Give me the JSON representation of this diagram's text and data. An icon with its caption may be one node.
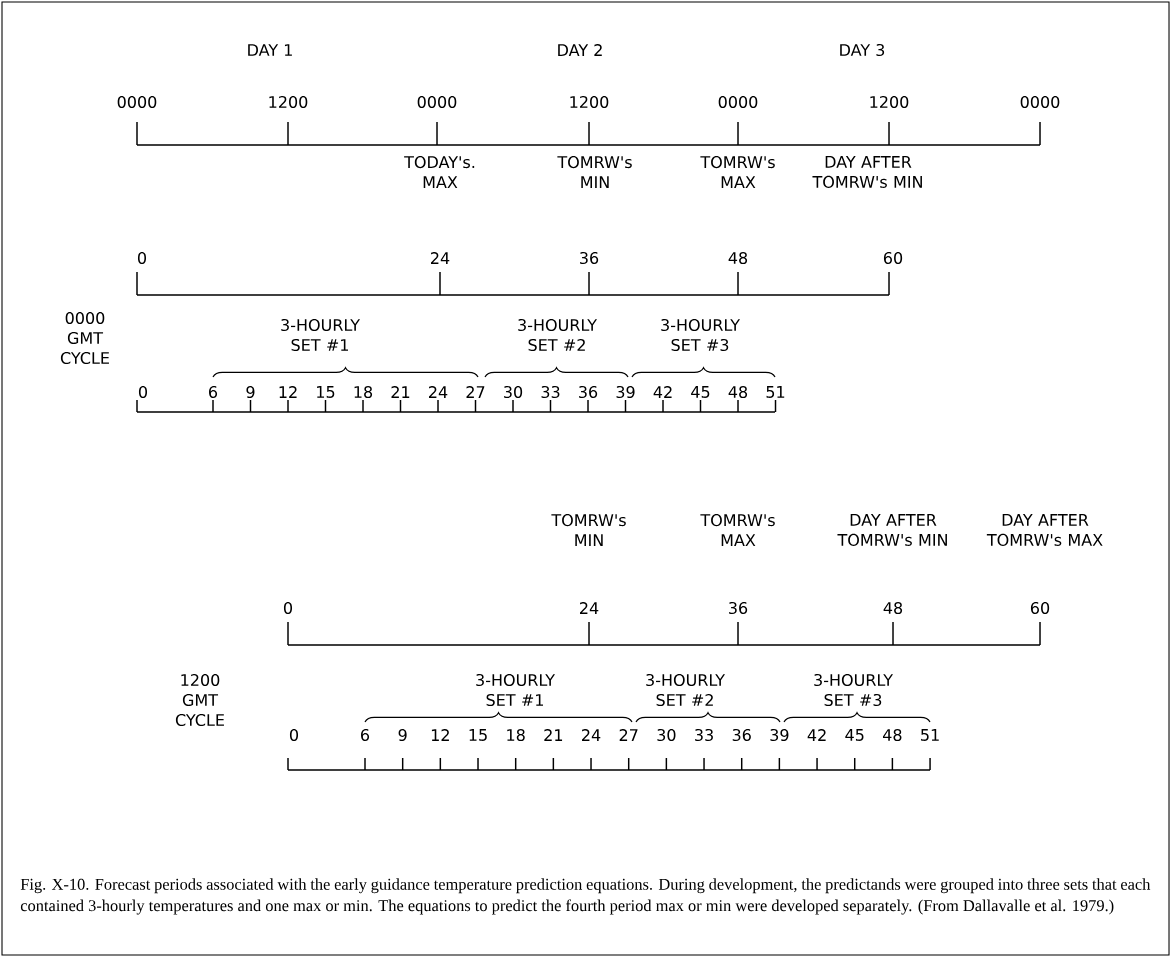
{
  "diagram": {
    "caption": "Fig. X-10.  Forecast periods associated with the early guidance temperature prediction equations.  During development, the predictands were grouped into three sets that each contained 3-hourly temperatures and one max or min.  The equations to predict the fourth period max or min were developed separately.  (From Dallavalle et al. 1979.)",
    "labels": [
      "DAY 1",
      "DAY 2",
      "DAY 3",
      "0000",
      "1200",
      "0000",
      "1200",
      "0000",
      "1200",
      "0000",
      "TODAY's. MAX",
      "TOMRW's MIN",
      "TOMRW's MAX",
      "DAY AFTER TOMRW's MIN",
      "0",
      "24",
      "36",
      "48",
      "60",
      "0000 GMT CYCLE",
      "3-HOURLY SET #1",
      "3-HOURLY SET #2",
      "3-HOURLY SET #3",
      "0",
      "6",
      "9",
      "12",
      "15",
      "18",
      "21",
      "24",
      "27",
      "30",
      "33",
      "36",
      "39",
      "42",
      "45",
      "48",
      "51",
      "TOMRW's MIN",
      "TOMRW's MAX",
      "DAY AFTER TOMRW's MIN",
      "DAY AFTER TOMRW's MAX",
      "0",
      "24",
      "36",
      "48",
      "60",
      "1200 GMT CYCLE",
      "3-HOURLY SET #1",
      "3-HOURLY SET #2",
      "3-HOURLY SET #3",
      "0",
      "6",
      "9",
      "12",
      "15",
      "18",
      "21",
      "24",
      "27",
      "30",
      "33",
      "36",
      "39",
      "42",
      "45",
      "48",
      "51"
    ]
  }
}
